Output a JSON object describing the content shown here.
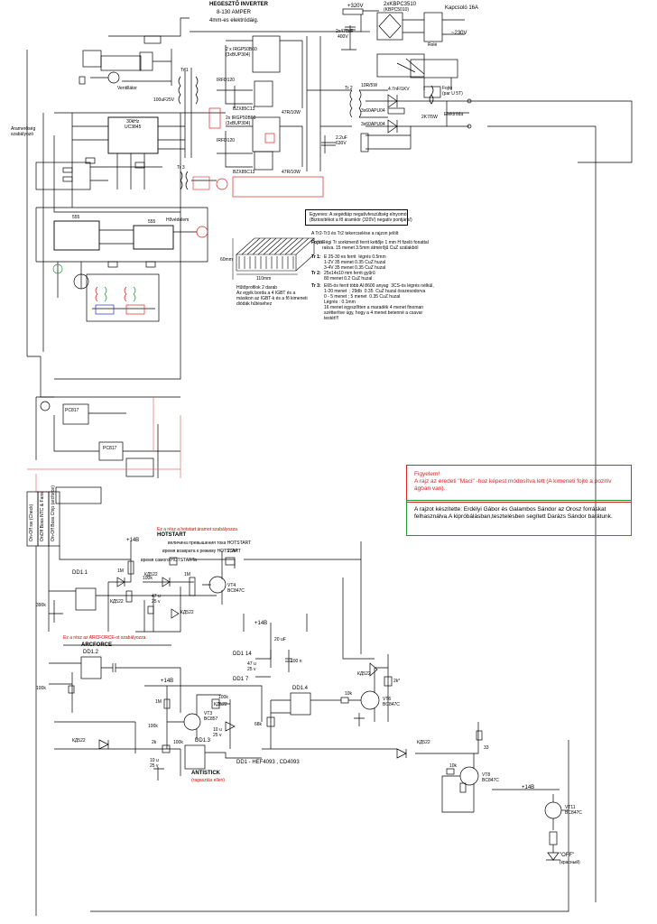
{
  "title_block": {
    "line1": "HEGESZTŐ INVERTER",
    "line2": "8-130 AMPER",
    "line3": "4mm-es elektródáig."
  },
  "top_right": {
    "fuse": "+320V",
    "bridge": "2xKBPC3510",
    "bridge_sub": "(KBPC5010)",
    "cap": "2x470uF",
    "cap_v": "400V",
    "relay": "Relé",
    "clamp": "Kapcsoló 16A",
    "mains": "~230V"
  },
  "labels": {
    "ventilator": "Ventillátor",
    "tr1": "Tr 1",
    "tr2": "Tr 2",
    "tr3": "Tr 3",
    "current_limit": "Áramerőség\nszabályozó",
    "uc3845": "30kHz\nUC3845",
    "cap_100u": "100uF25V",
    "mosfets_top": "2 x IRGP50B60\n(3xBUP304)",
    "mosfets_bot": "2x IRGP50B60\n(3xBUP304)",
    "irfd1": "IRFD120",
    "irfd2": "IRFD120",
    "bzx1": "BZX85C13",
    "bzx2": "BZX85C13",
    "r47": "47R/10W",
    "r47b": "47R/10W",
    "ss26": "10R/5W",
    "diodes_a": "3x60APU04",
    "diodes_b": "3x60APU04",
    "out_r": "2K7/5W",
    "fojto": "Fojtó",
    "fojto2": "(par U 5T)",
    "elektroda": "Elektróda",
    "cap_22": "2.2uF\n630V",
    "thermal": "Hővédelem",
    "k47": "4.7nF/1KV",
    "ic555a": "555",
    "ic555b": "555"
  },
  "info_box": {
    "title": "Egyenes: A segédtáp negatívfeszültség elnyomó",
    "sub": "(Biztosítékot a fő áramkör (320V) negatív pontjára!)",
    "line1": "A Tr2-Tr3 és Tr2 tekercselése a rajzon jelölt",
    "fojto": "Fojtó:",
    "fojto_text": "Régi Tr sorkimenő ferrit kettője 1 mm H fizeló fonattal\nrakva. 15 menet 3.5mm átmérőjű CuZ szálakból",
    "tr1": "Tr 1:",
    "tr1_text": "E 25-30 es ferrit  légrés 0.5mm\n1-2V 35 menet 0.35 CuZ huzal\n3-4V 35 menet 0.35 CuZ huzal",
    "tr2": "Tr 2:",
    "tr2_text": "25x14x10 mm ferrit gyűrű\n80 menet 0.2 CuZ huzal",
    "tr3": "Tr 3:",
    "tr3_text": "E65-ös ferrit több Al 8600 anyag  3CS-ös légrés nélkül,\n1-20 menet  ; 29db  0.35  CuZ huzal összesodorva\n0 - 5 menet ; 5 menet  0.35 CuZ huzal\nLégrés : 0.1mm\n16 menet egyszőtten a maradék 4 menet finoman\nszétterítve úgy, hogy a 4 menet betenné a csavar\ntestét!!!"
  },
  "heatsink": {
    "dim_w": "110mm",
    "dim_h": "60mm",
    "note": "Hűtőprofilok 2 darab\nAz egyik borda a 4 IGBT és a\nmásikon az IGBT-k és a fő kimeneti\ndiódák hűtéséhez"
  },
  "notice_red": {
    "text": "Figyelem!\nA rajz az eredeti \"Maci\" -hoz képest módosítva lett (A kimeneti fojtó a pozitív ágban van)."
  },
  "notice_green": {
    "text": "A rajzot készítette: Erdélyi Gábor és Galambos Sándor az Orosz forráskat felhasználva.A kipróbálásban,tesztelésben segített Darázs Sándor barátunk."
  },
  "lower": {
    "hotstart_note": "Ez a rész a hotstart áramot szabályozza",
    "hotstart": "HOTSTART",
    "hs1": "величина превышения тока HOTSTART",
    "hs2": "время возврата к режиму HOTSTART",
    "hs3": "время самого HOTSTARTa",
    "v14": "+14В",
    "dd11": "DD1.1",
    "dd12": "DD1.2",
    "dd13": "DD1.3",
    "dd14": "DD1.4",
    "vt3": "VT3",
    "vt3t": "BC857",
    "vt4": "VT4",
    "vt4t": "BC847C",
    "vt6": "VT6",
    "vt6t": "BC847C",
    "vt8": "VT8",
    "vt8t": "BC847C",
    "vt11": "VT11",
    "vt11t": "BC847C",
    "kd522": "КД522",
    "arcforce_note": "Ez a rész az ARCFORCE-ot szabályozza",
    "arcforce": "ARCFORCE",
    "antistick": "ANTISTICK",
    "antistick_note": "(ragasztás ellen)",
    "dd1_type": "DD1 - HEF4093 , CD4093",
    "off": "\"OFF\"",
    "off2": "(красный)",
    "dd1_14": "DD1",
    "dd1_7": "DD1",
    "pin14": "14",
    "pin7": "7",
    "r1m": "1M",
    "r100k": "100k",
    "r2k": "2k",
    "r390k": "390k",
    "r68k": "68k",
    "r10k": "10k",
    "r33": "33",
    "c47": "47 u\n25 v",
    "c10": "10 u\n25 v",
    "c20": "20 uF",
    "c100": "100 n",
    "r22k": "2,2k*",
    "r2k7": "2k*",
    "opto_label1": "PC817",
    "opto_label2": "PC817",
    "banner1": "On-Off sw (Check)",
    "banner2": "OnOff Boss NTC & Fans",
    "banner3": "On-Off Boss Chip (arcforce)"
  },
  "colors": {
    "red": "#dd2222",
    "green": "#1c9a3a",
    "pink": "#e07070",
    "blue": "#2233cc"
  }
}
